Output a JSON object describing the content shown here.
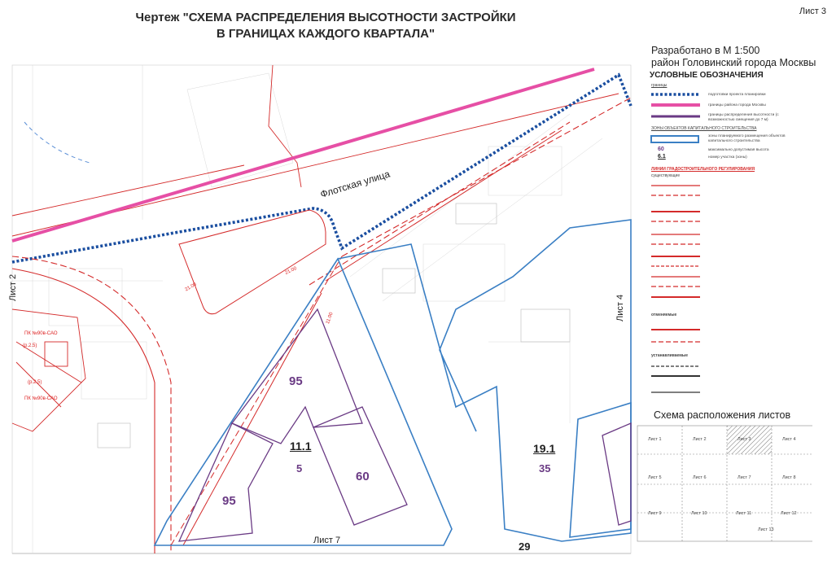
{
  "header": {
    "title_line1": "Чертеж \"СХЕМА РАСПРЕДЕЛЕНИЯ ВЫСОТНОСТИ ЗАСТРОЙКИ",
    "title_line2": "В ГРАНИЦАХ КАЖДОГО КВАРТАЛА\"",
    "sheet": "Лист 3",
    "scale": "Разработано в М 1:500",
    "district": "район Головинский города Москвы"
  },
  "legend": {
    "title": "УСЛОВНЫЕ ОБОЗНАЧЕНИЯ",
    "section_borders": "границы",
    "items": [
      "подготовки проекта планировки",
      "границы района города Москвы",
      "границы распределения высотности (с возможностью смещения до 7 м)"
    ],
    "zones_title": "ЗОНЫ ОБЪЕКТОВ КАПИТАЛЬНОГО СТРОИТЕЛЬСТВА",
    "zone_item": "зоны планируемого размещения объектов капитального строительства",
    "height_value": "60",
    "height_label": "максимально допустимая высота",
    "parcel_value": "6.1",
    "parcel_label": "номер участка (зоны)",
    "red_lines_title": "ЛИНИИ ГРАДОСТРОИТЕЛЬНОГО РЕГУЛИРОВАНИЯ",
    "existing": "существующие",
    "cancelled": "отменяемые",
    "established": "устанавливаемые"
  },
  "map": {
    "street": "Флотская улица",
    "sheet_left": "Лист 2",
    "sheet_right": "Лист 4",
    "sheet_bottom": "Лист 7",
    "block_num_a": "11.1",
    "block_height_a": "5",
    "block_num_b": "19.1",
    "block_height_b": "35",
    "heights": [
      "95",
      "95",
      "60"
    ],
    "bottom_number": "29",
    "pk_label_1": "ПК №90в-САО",
    "pk_label_2": "ПК №90в-САО",
    "p_label_1": "(р.2.5)",
    "p_label_2": "(р.2.5)",
    "dim_1": "21.00",
    "dim_2": "21.00",
    "dim_3": "11.00"
  },
  "sheet_scheme": {
    "title": "Схема расположения листов",
    "cells": [
      "Лист 1",
      "Лист 2",
      "Лист 3",
      "Лист 4",
      "Лист 5",
      "Лист 6",
      "Лист 7",
      "Лист 8",
      "Лист 9",
      "Лист 10",
      "Лист 11",
      "Лист 12",
      "Лист 13"
    ],
    "highlighted": "Лист 3"
  },
  "colors": {
    "blue_border": "#1a4ea0",
    "magenta_border": "#e64fa5",
    "red_lines": "#d42a2a",
    "zone_blue": "#3a7fc4",
    "height_purple": "#6a3a84"
  }
}
